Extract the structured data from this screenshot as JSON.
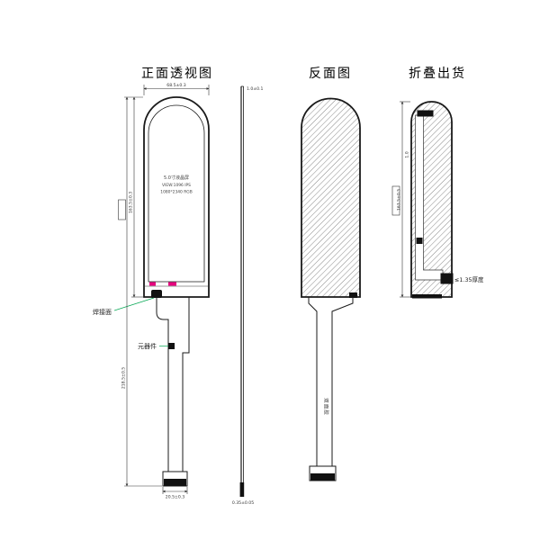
{
  "colors": {
    "line": "#1a1a1a",
    "dim_text": "#333333",
    "green": "#00a651",
    "magenta": "#e6007e",
    "hatch": "#555555"
  },
  "views": {
    "front": {
      "title": "正面透视图",
      "screen_lines": [
        "5.0寸液晶屏",
        "VIEW:1096 IPS",
        "1080*2340 RGB"
      ],
      "label_solder": "焊接面",
      "label_component": "元器件",
      "dim_top": "68.5±0.3",
      "dim_height_total": "218.5±0.5",
      "dim_height_panel": "163.5±0.3",
      "dim_connector": "20.5±0.3"
    },
    "side": {
      "dim_top": "1.0±0.1",
      "dim_bottom": "0.35±0.05"
    },
    "back": {
      "title": "反面图",
      "label_tape": "双面胶"
    },
    "folded": {
      "title": "折叠出货",
      "note_thickness": "≤1.35厚度",
      "dim_height": "163.5±0.5",
      "dim_gap": "1.0"
    }
  }
}
